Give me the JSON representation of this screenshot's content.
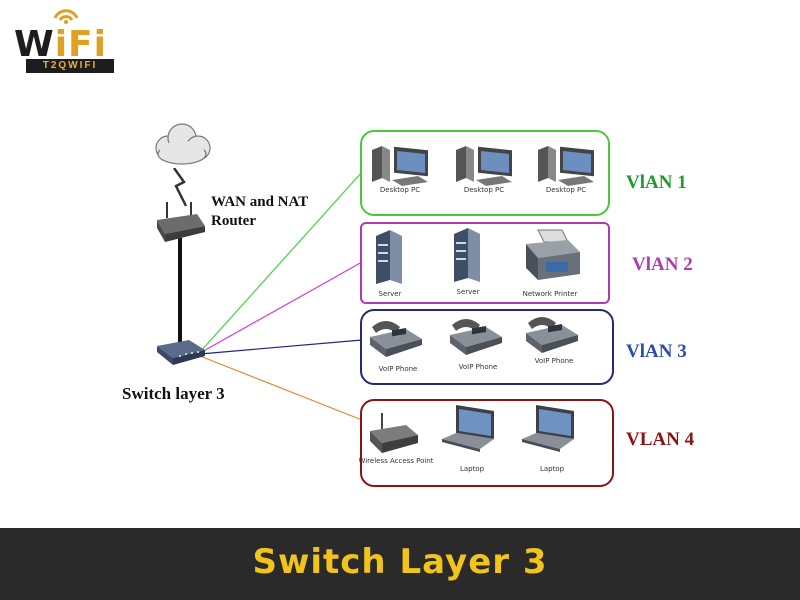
{
  "brand": {
    "word_w": "W",
    "word_rest": "iFi",
    "tagline": "T2QWIFI"
  },
  "router": {
    "label_line1": "WAN and NAT",
    "label_line2": "Router"
  },
  "switch": {
    "label": "Switch layer 3"
  },
  "vlans": [
    {
      "name": "VlAN 1",
      "color": "#1e9a2e",
      "border": "#49c83a",
      "devices": [
        "Desktop PC",
        "Desktop PC",
        "Desktop PC"
      ]
    },
    {
      "name": "VlAN 2",
      "color": "#b03ab0",
      "border": "#b03ab0",
      "devices": [
        "Server",
        "Server",
        "Network Printer"
      ]
    },
    {
      "name": "VlAN 3",
      "color": "#2b4bb0",
      "border": "#232a7a",
      "devices": [
        "VoIP Phone",
        "VoIP Phone",
        "VoIP Phone"
      ]
    },
    {
      "name": "VLAN 4",
      "color": "#8a1414",
      "border": "#8a1414",
      "devices": [
        "Wireless Access Point",
        "Laptop",
        "Laptop"
      ]
    }
  ],
  "link_colors": {
    "vlan1": "#3ed23e",
    "vlan2": "#d43ad4",
    "vlan3": "#23238a",
    "vlan4": "#e08a30"
  },
  "footer": {
    "title": "Switch Layer 3"
  },
  "icons": [
    "cloud-icon",
    "lightning-icon",
    "router-icon",
    "switch-icon",
    "desktop-pc-icon",
    "server-icon",
    "printer-icon",
    "voip-phone-icon",
    "access-point-icon",
    "laptop-icon"
  ]
}
